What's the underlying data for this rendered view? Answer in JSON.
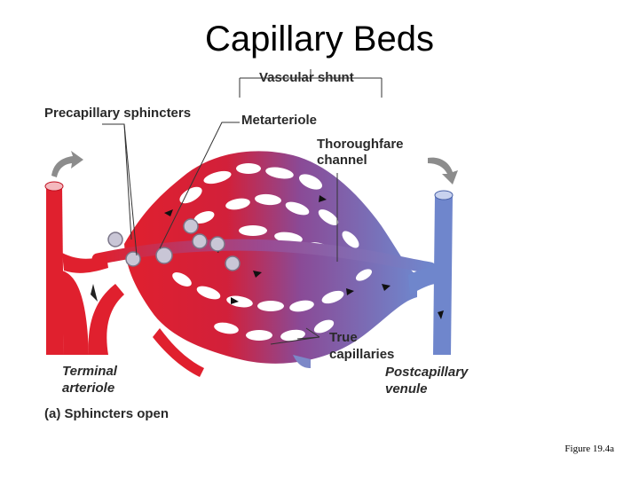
{
  "title": "Capillary Beds",
  "labels": {
    "vascular_shunt": "Vascular shunt",
    "precapillary_sphincters": "Precapillary sphincters",
    "metarteriole": "Metarteriole",
    "thoroughfare_channel_1": "Thoroughfare",
    "thoroughfare_channel_2": "channel",
    "true_capillaries_1": "True",
    "true_capillaries_2": "capillaries",
    "terminal_arteriole_1": "Terminal",
    "terminal_arteriole_2": "arteriole",
    "postcapillary_venule_1": "Postcapillary",
    "postcapillary_venule_2": "venule",
    "caption_prefix": "(a)",
    "caption": "Sphincters open"
  },
  "figure_number": "Figure 19.4a",
  "colors": {
    "artery": "#e0202e",
    "vein": "#6f86cc",
    "mid": "#8a3f8c"
  }
}
